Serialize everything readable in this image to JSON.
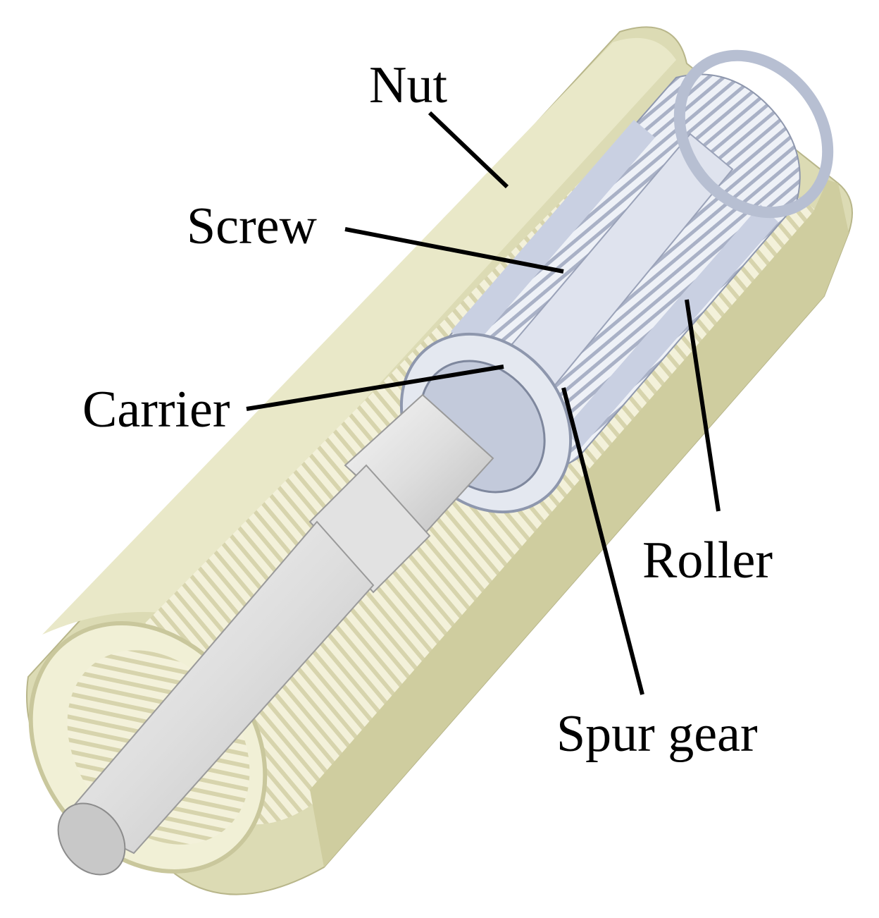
{
  "labels": {
    "nut": "Nut",
    "screw": "Screw",
    "carrier": "Carrier",
    "roller": "Roller",
    "spur_gear": "Spur gear"
  },
  "colors": {
    "nut_body": "#dcdbb4",
    "nut_shadow": "#c9c79c",
    "nut_inner": "#f1f0d6",
    "metal_light": "#eef1f7",
    "metal_mid": "#c9d0e2",
    "metal_dark": "#8e97ad",
    "leader": "#000000"
  }
}
